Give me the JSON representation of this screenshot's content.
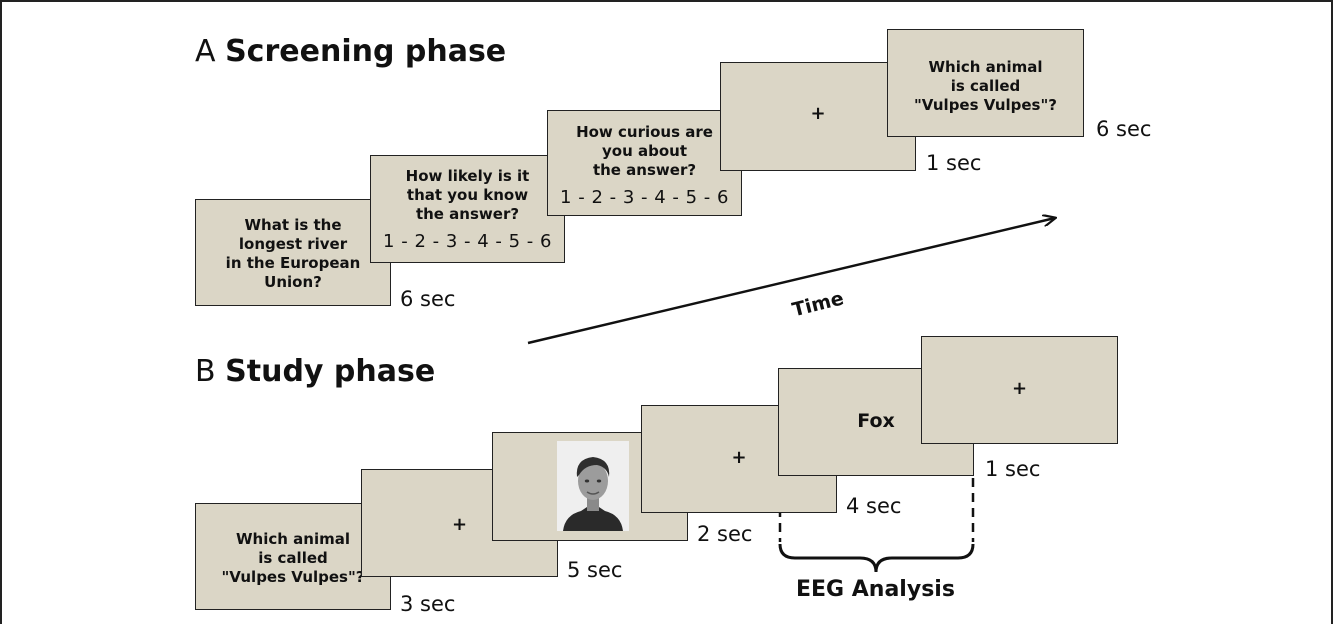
{
  "screening": {
    "letter": "A",
    "title": "Screening phase",
    "card1_lines": [
      "What is the",
      "longest river",
      "in the European",
      "Union?"
    ],
    "card1_duration": "6 sec",
    "card2_lines": [
      "How likely is it",
      "that you know",
      "the answer?"
    ],
    "card2_scale": "1 - 2 - 3 - 4 - 5 - 6",
    "card3_lines": [
      "How curious are",
      "you about",
      "the answer?"
    ],
    "card3_scale": "1 - 2 - 3 - 4 - 5 - 6",
    "card4_symbol": "+",
    "card4_duration": "1 sec",
    "card5_lines": [
      "Which animal",
      "is called",
      "\"Vulpes Vulpes\"?"
    ],
    "card5_duration": "6 sec"
  },
  "time_arrow": {
    "label": "Time"
  },
  "study": {
    "letter": "B",
    "title": "Study phase",
    "card1_lines": [
      "Which animal",
      "is called",
      "\"Vulpes Vulpes\"?"
    ],
    "card1_duration": "3 sec",
    "card2_symbol": "+",
    "card2_duration": "5 sec",
    "card3_duration": "2 sec",
    "card4_symbol": "+",
    "card4_duration": "4 sec",
    "card5_word": "Fox",
    "card5_duration": "1 sec",
    "card6_symbol": "+",
    "eeg_label": "EEG Analysis"
  },
  "colors": {
    "card_fill": "#dbd6c6",
    "border": "#222222"
  }
}
